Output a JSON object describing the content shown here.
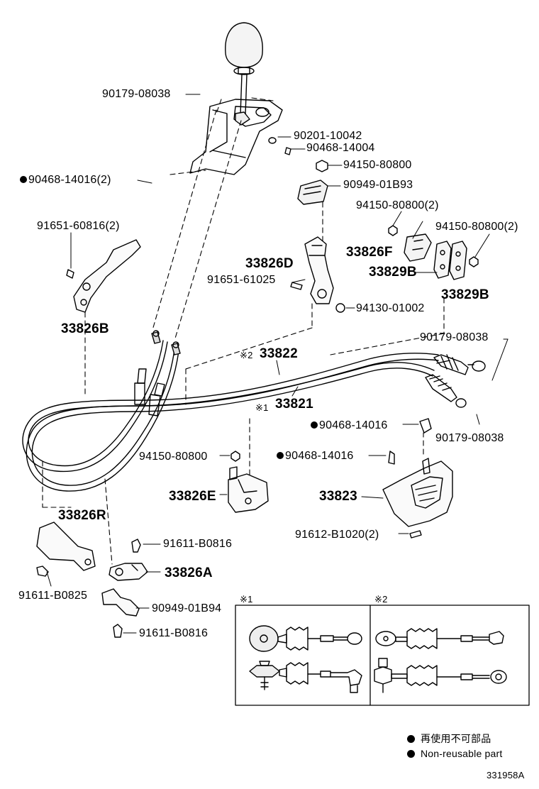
{
  "parts": {
    "p_90179_08038_top": "90179-08038",
    "p_90201_10042": "90201-10042",
    "p_90468_14004": "90468-14004",
    "p_90468_14016_2": "90468-14016(2)",
    "p_94150_80800_a": "94150-80800",
    "p_90949_01b93": "90949-01B93",
    "p_94150_80800_2a": "94150-80800(2)",
    "p_94150_80800_2b": "94150-80800(2)",
    "p_91651_60816_2": "91651-60816(2)",
    "p_33826d": "33826D",
    "p_33826f": "33826F",
    "p_91651_61025": "91651-61025",
    "p_33829b_a": "33829B",
    "p_33829b_b": "33829B",
    "p_94130_01002": "94130-01002",
    "p_33826b": "33826B",
    "p_90179_08038_r1": "90179-08038",
    "p_33822": "33822",
    "p_33821": "33821",
    "p_90468_14016_a": "90468-14016",
    "p_90179_08038_r2": "90179-08038",
    "p_94150_80800_b": "94150-80800",
    "p_90468_14016_b": "90468-14016",
    "p_33826e": "33826E",
    "p_33823": "33823",
    "p_33826r": "33826R",
    "p_91612_b1020_2": "91612-B1020(2)",
    "p_91611_b0816_a": "91611-B0816",
    "p_33826a": "33826A",
    "p_91611_b0825": "91611-B0825",
    "p_90949_01b94": "90949-01B94",
    "p_91611_b0816_b": "91611-B0816"
  },
  "marks": {
    "note2": "※2",
    "note1": "※1",
    "detail1": "※1",
    "detail2": "※2"
  },
  "legend": {
    "line_jp": "再使用不可部品",
    "line_en": "Non-reusable part"
  },
  "figure_number": "331958A"
}
